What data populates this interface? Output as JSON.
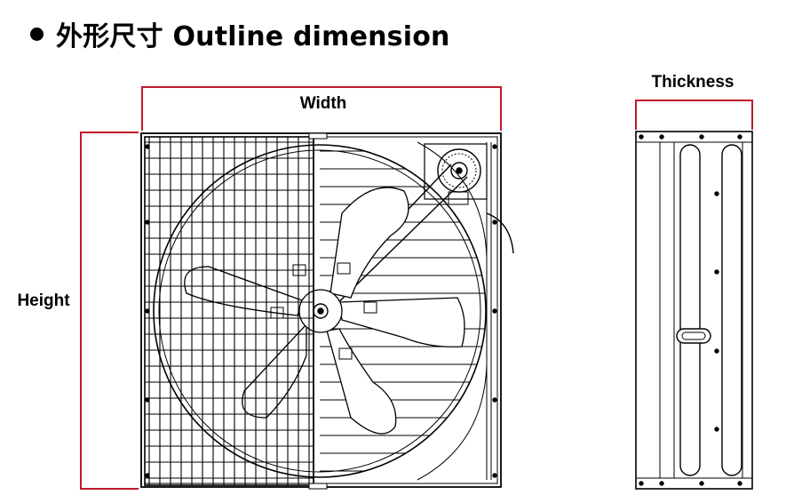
{
  "header": {
    "title": "外形尺寸 Outline dimension"
  },
  "dimensions": {
    "width_label": "Width",
    "height_label": "Height",
    "thickness_label": "Thickness"
  },
  "colors": {
    "dimension_line": "#c0182a",
    "drawing_line": "#000000",
    "background": "#ffffff"
  }
}
